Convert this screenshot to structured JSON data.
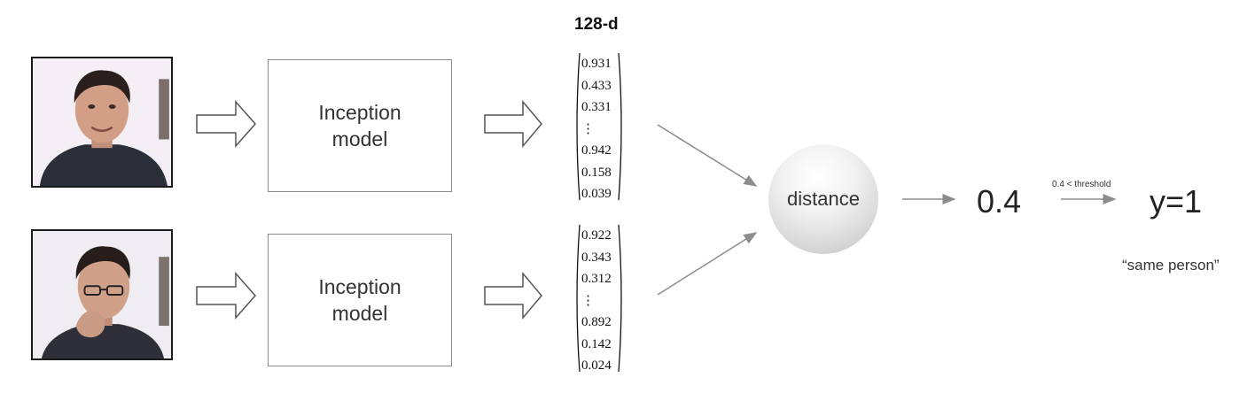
{
  "models": [
    {
      "line1": "Inception",
      "line2": "model"
    },
    {
      "line1": "Inception",
      "line2": "model"
    }
  ],
  "embedding_label": "128-d",
  "vectors": [
    [
      "0.931",
      "0.433",
      "0.331",
      "⋮",
      "0.942",
      "0.158",
      "0.039"
    ],
    [
      "0.922",
      "0.343",
      "0.312",
      "⋮",
      "0.892",
      "0.142",
      "0.024"
    ]
  ],
  "distance_label": "distance",
  "distance_value": "0.4",
  "threshold_label": "0.4 < threshold",
  "result": "y=1",
  "result_caption": "“same person”",
  "colors": {
    "arrow_outline": "#555555",
    "connector": "#8c8c8c",
    "box_border": "#8a8a8a"
  }
}
